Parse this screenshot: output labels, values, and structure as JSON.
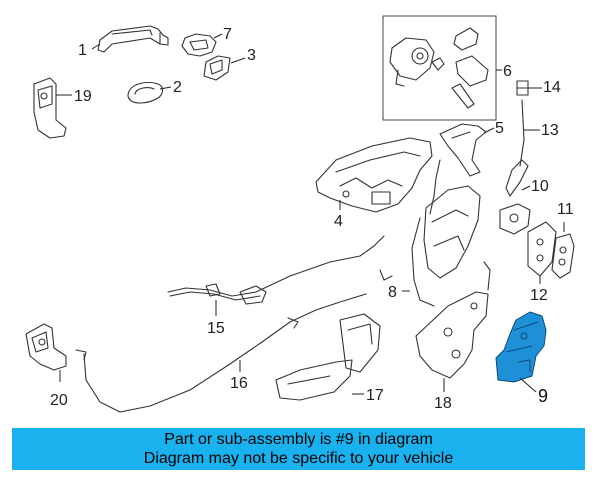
{
  "callouts": [
    "1",
    "2",
    "3",
    "4",
    "5",
    "6",
    "7",
    "8",
    "9",
    "10",
    "11",
    "12",
    "13",
    "14",
    "15",
    "16",
    "17",
    "18",
    "19",
    "20"
  ],
  "highlighted_part": "9",
  "highlight_color": "#1e90d8",
  "banner": {
    "line1": "Part or sub-assembly is #9 in diagram",
    "line2": "Diagram may not be specific to your vehicle",
    "background": "#19b2ee"
  }
}
